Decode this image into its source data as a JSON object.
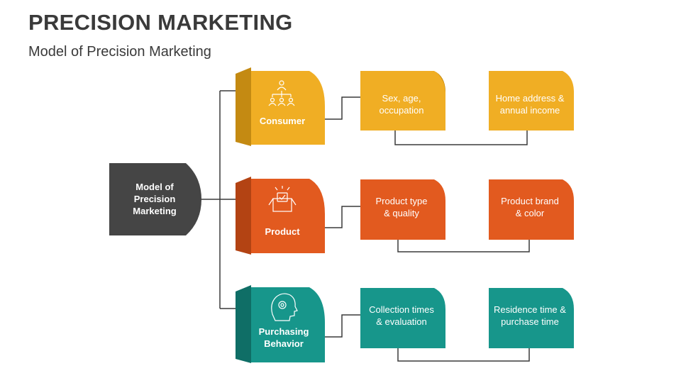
{
  "title": "PRECISION MARKETING",
  "subtitle": "Model of Precision Marketing",
  "root": {
    "label": "Model of Precision Marketing"
  },
  "categories": [
    {
      "label": "Consumer",
      "icon": "people-hierarchy-icon",
      "color": "#F0AE24",
      "shade": "#C48A12",
      "items": [
        "Sex, age, occupation",
        "Home address & annual income"
      ]
    },
    {
      "label": "Product",
      "icon": "open-box-icon",
      "color": "#E25A1F",
      "shade": "#B34313",
      "items": [
        "Product type & quality",
        "Product brand & color"
      ]
    },
    {
      "label": "Purchasing Behavior",
      "icon": "head-gear-icon",
      "color": "#17968B",
      "shade": "#0F6E66",
      "items": [
        "Collection times & evaluation",
        "Residence time & purchase time"
      ]
    }
  ]
}
